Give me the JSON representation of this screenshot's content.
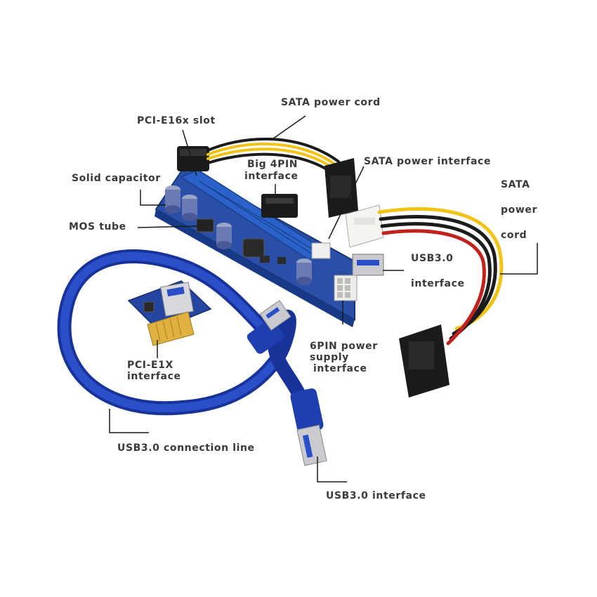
{
  "labels": {
    "sata_power_cord_top": "SATA power cord",
    "pcie16x_slot": "PCI-E16x slot",
    "solid_capacitor": "Solid capacitor",
    "big4pin_line1": "Big 4PIN",
    "big4pin_line2": "interface",
    "sata_power_interface": "SATA power interface",
    "sata_right_line1": "SATA",
    "sata_right_line2": "power",
    "sata_right_line3": "cord",
    "mos_tube": "MOS tube",
    "usb30_right_line1": "USB3.0",
    "usb30_right_line2": "interface",
    "sixpin_line1": "6PIN power",
    "sixpin_line2": "supply",
    "sixpin_line3": "interface",
    "pcie1x_line1": "PCI-E1X",
    "pcie1x_line2": "interface",
    "usb_connection_line": "USB3.0 connection line",
    "usb30_bottom": "USB3.0 interface"
  },
  "colors": {
    "pcb_blue": "#2a4fa8",
    "cable_blue": "#1f3fb0",
    "slot_blue": "#2b62c9",
    "wire_yellow": "#f2c214",
    "wire_red": "#c0231e",
    "wire_black": "#1b1b1b",
    "connector_white": "#f4f4f0",
    "label_gray": "#3a3a3a"
  }
}
